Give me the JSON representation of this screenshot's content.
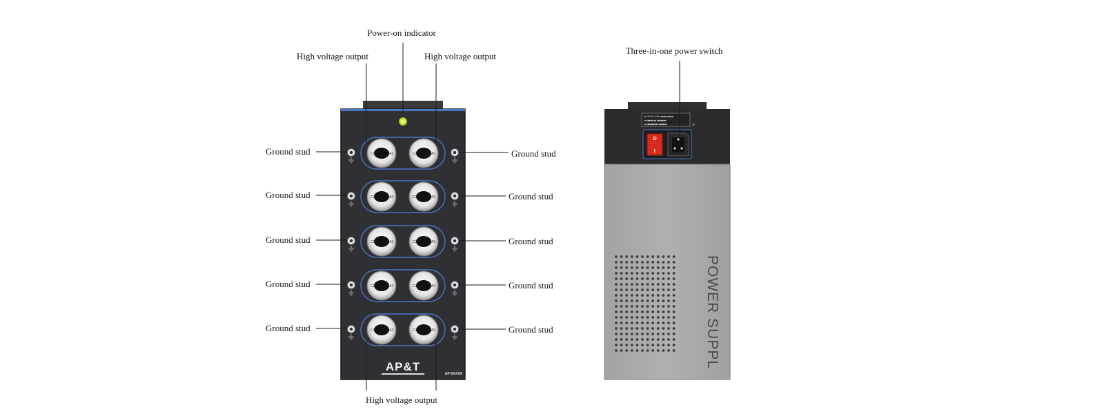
{
  "front_panel": {
    "brand": "AP&T",
    "model": "AP-XXXXX",
    "labels": {
      "power_indicator": "Power-on indicator",
      "high_voltage_output": "High voltage output",
      "ground_stud": "Ground stud"
    },
    "jack_marks": {
      "left": "C2",
      "right": "A2"
    },
    "colors": {
      "panel": "#2f3034",
      "indicator": "#c8f03c",
      "trim": "#4a76c8"
    }
  },
  "rear_panel": {
    "label": "Three-in-one power switch",
    "side_print": "POWER SUPPL",
    "switch_marks": {
      "off": "O",
      "on": "I"
    },
    "spec_lines": [
      "■ 220VAC 50Hz ■■■■ ■■■■■",
      "■ ■■■■■ ■■ ■■■■■■■",
      "■ ■■■■■■■■■ ■■■■■■"
    ],
    "ce_mark": "CE",
    "colors": {
      "top": "#2b2b2d",
      "body": "#a9a9a9",
      "switch": "#d82b1d"
    }
  }
}
